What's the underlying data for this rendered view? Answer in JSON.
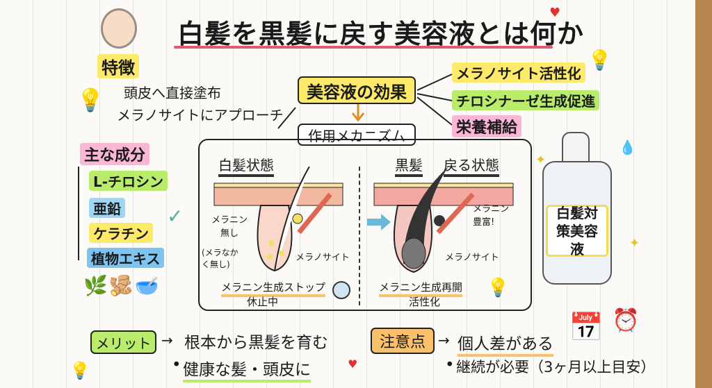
{
  "title": "白髪を黒髪に戻す美容液とは何か",
  "features": {
    "label": "特徴",
    "items": [
      "頭皮へ直接塗布",
      "メラノサイトにアプローチ"
    ]
  },
  "effects": {
    "label": "美容液の効果",
    "items": [
      "メラノサイト活性化",
      "チロシナーゼ生成促進",
      "栄養補給"
    ]
  },
  "mechanism": {
    "label": "作用メカニズム",
    "before": {
      "title": "白髪状態",
      "melanin": "メラニン無し",
      "note": "(メラなかく無し)",
      "cell": "メラノサイト",
      "status": "メラニン生成ストップ",
      "status2": "休止中"
    },
    "after": {
      "title_a": "黒髪",
      "title_b": "戻る状態",
      "melanin": "メラニン豊富!",
      "cell": "メラノサイト",
      "status": "メラニン生成再開",
      "status2": "活性化"
    }
  },
  "ingredients": {
    "label": "主な成分",
    "items": [
      "L-チロシン",
      "亜鉛",
      "ケラチン",
      "植物エキス"
    ]
  },
  "bottle_label": "白髪対策美容液",
  "merit": {
    "label": "メリット",
    "items": [
      "根本から黒髪を育む",
      "健康な髪・頭皮に"
    ]
  },
  "caution": {
    "label": "注意点",
    "items": [
      "個人差がある",
      "継続が必要（3ヶ月以上目安）"
    ]
  },
  "colors": {
    "yellow": "#fde96a",
    "green": "#b8ec6a",
    "pink": "#fbb6d6",
    "blue": "#9fd6f5",
    "orange": "#fbc06a"
  }
}
